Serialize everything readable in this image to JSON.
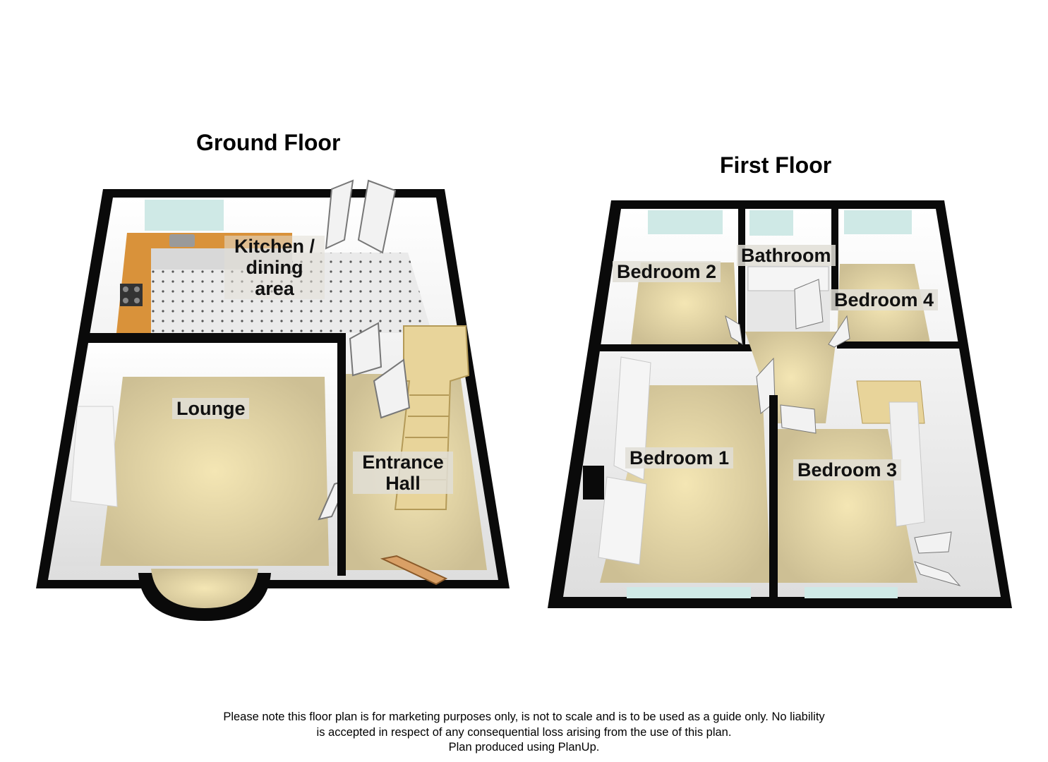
{
  "floors": {
    "ground": {
      "title": "Ground Floor",
      "rooms": {
        "kitchen_line1": "Kitchen /",
        "kitchen_line2": "dining",
        "kitchen_line3": "area",
        "lounge": "Lounge",
        "hall_line1": "Entrance",
        "hall_line2": "Hall"
      }
    },
    "first": {
      "title": "First Floor",
      "rooms": {
        "bathroom": "Bathroom",
        "bedroom2": "Bedroom 2",
        "bedroom4": "Bedroom 4",
        "bedroom1": "Bedroom 1",
        "bedroom3": "Bedroom 3"
      }
    }
  },
  "disclaimer": {
    "line1": "Please note this floor plan is for marketing purposes only, is not to scale and is to be used as a guide only.  No liability",
    "line2": "is accepted in respect of any consequential loss arising from the use of this plan.",
    "line3": "Plan produced using PlanUp."
  },
  "colors": {
    "wall": "#0a0a0a",
    "wall_face": "#f3f3f3",
    "carpet": "#d9cfa8",
    "kitchen_floor": "#e8e8e8",
    "worktop": "#d9923a",
    "stairs": "#e8d49a",
    "window": "#cfe9e6"
  }
}
